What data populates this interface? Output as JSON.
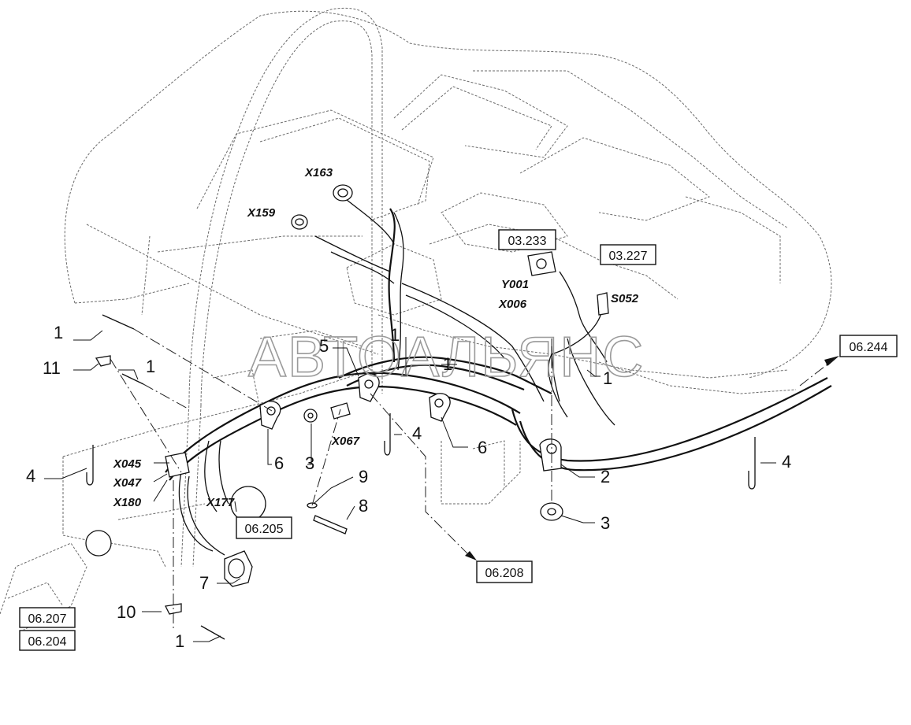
{
  "watermark": "АВТОАЛЬЯНС",
  "part_numbers": {
    "n1a": "1",
    "n11": "11",
    "n1b": "1",
    "n4a": "4",
    "n5": "5",
    "n1c": "1",
    "n1d": "1",
    "n1e": "1",
    "n6a": "6",
    "n3a": "3",
    "n4b": "4",
    "n6b": "6",
    "n9": "9",
    "n8": "8",
    "n2": "2",
    "n3b": "3",
    "n4c": "4",
    "n7": "7",
    "n10": "10",
    "n1f": "1"
  },
  "connectors": {
    "x163": "X163",
    "x159": "X159",
    "y001": "Y001",
    "x006": "X006",
    "s052": "S052",
    "x067": "X067",
    "x045": "X045",
    "x047": "X047",
    "x180": "X180",
    "x177": "X177"
  },
  "references": {
    "r03233": "03.233",
    "r03227": "03.227",
    "r06244": "06.244",
    "r06205": "06.205",
    "r06208": "06.208",
    "r06207": "06.207",
    "r06204": "06.204"
  }
}
